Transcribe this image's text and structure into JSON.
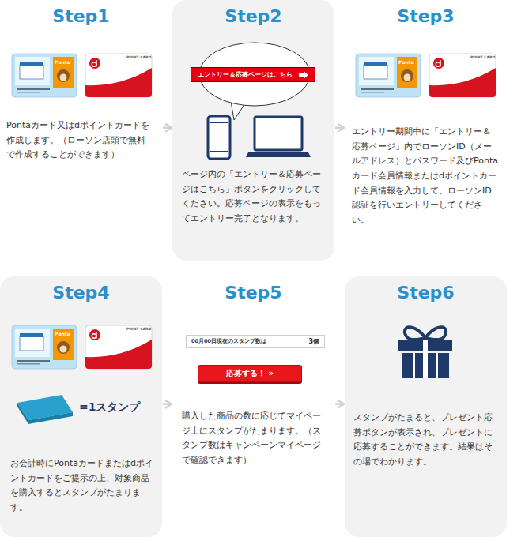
{
  "diagram": {
    "nodes": [
      {
        "text": [
          "Step1",
          "Pontaカード又はdポイントカードを作成します。（ローソン店頭で無料で作成することができます）"
        ]
      },
      {
        "text": [
          "Step2",
          "ページ内の「エントリー＆応募ページはこちら」ボタンをクリックしてください。応募ページの表示をもってエントリー完了となります。"
        ]
      },
      {
        "text": [
          "エントリー＆応募ページはこちら"
        ],
        "in": 1
      },
      {
        "text": [
          "Step3",
          "エントリー期間中に「エントリー＆応募ページ」内でローソンID（メールアドレス）とパスワード及びPontaカード会員情報またはdポイントカード会員情報を入力して、ローソンID認証を行いエントリーしてください。"
        ]
      },
      {
        "text": [
          "Step4",
          "お会計時にPontaカードまたはdポイントカードをご提示の上、対象商品を購入するとスタンプがたまります。"
        ]
      },
      {
        "text": [
          "Step5",
          "購入した商品の数に応じてマイページ上にスタンプがたまります。（スタンプ数はキャンペーンマイページで確認できます）"
        ]
      },
      {
        "text": [
          "00月00日現在のスタンプ数は",
          "3個"
        ],
        "in": 5
      },
      {
        "text": [
          "応募する！ »"
        ],
        "in": 5
      },
      {
        "text": [
          "Step6",
          "スタンプがたまると、プレゼント応募ボタンが表示され、プレゼントに応募することができます。結果はその場でわかります。"
        ]
      }
    ],
    "edges": [
      {
        "from": 0,
        "to": 1,
        "arrow": "to"
      },
      {
        "from": 1,
        "to": 3,
        "arrow": "to"
      },
      {
        "from": 4,
        "to": 5,
        "arrow": "to"
      },
      {
        "from": 5,
        "to": 8,
        "arrow": "to"
      }
    ],
    "labels": [
      "Ponta",
      "POINT CARD",
      "Ponta",
      "POINT CARD",
      "=1スタンプ",
      "Ponta",
      "POINT CARD"
    ]
  }
}
